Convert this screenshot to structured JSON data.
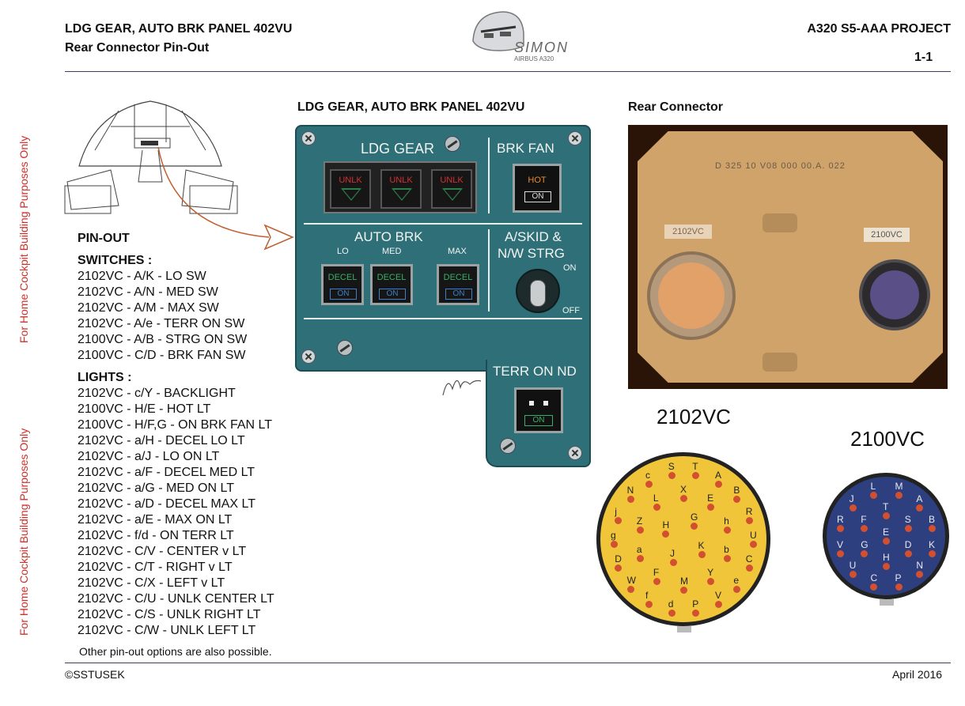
{
  "header": {
    "title_line1": "LDG GEAR, AUTO BRK PANEL 402VU",
    "title_line2": "Rear Connector Pin-Out",
    "logo_text": "SIMON",
    "logo_subtext": "AIRBUS A320",
    "project": "A320 S5-AAA PROJECT",
    "page": "1-1"
  },
  "side_text": [
    "For Home Cockpit Building Purposes Only",
    "For Home Cockpit Building Purposes Only"
  ],
  "panel": {
    "title": "LDG GEAR, AUTO BRK PANEL 402VU",
    "ldg_gear": "LDG GEAR",
    "unlk": "UNLK",
    "brk_fan": "BRK FAN",
    "hot": "HOT",
    "on": "ON",
    "auto_brk": "AUTO BRK",
    "lo": "LO",
    "med": "MED",
    "max": "MAX",
    "decel": "DECEL",
    "askid_line1": "A/SKID &",
    "askid_line2": "N/W STRG",
    "switch_on": "ON",
    "switch_off": "OFF",
    "terr_on_nd": "TERR ON ND"
  },
  "rear_connector": {
    "title": "Rear Connector",
    "label_2102": "2102VC",
    "label_2100": "2100VC",
    "photo_text": "D 325 10 V08 000 00.A. 022"
  },
  "pinout": {
    "title": "PIN-OUT",
    "switches_heading": "SWITCHES :",
    "switches": [
      "2102VC - A/K - LO SW",
      "2102VC - A/N - MED SW",
      "2102VC - A/M - MAX SW",
      "2102VC - A/e - TERR ON SW",
      "2100VC - A/B - STRG ON SW",
      "2100VC - C/D - BRK FAN SW"
    ],
    "lights_heading": "LIGHTS :",
    "lights": [
      "2102VC - c/Y - BACKLIGHT",
      "2100VC - H/E - HOT LT",
      "2100VC - H/F,G - ON BRK FAN LT",
      "2102VC - a/H - DECEL LO LT",
      "2102VC - a/J - LO ON LT",
      "2102VC - a/F - DECEL MED LT",
      "2102VC - a/G - MED ON LT",
      "2102VC - a/D - DECEL MAX LT",
      "2102VC - a/E - MAX ON LT",
      "2102VC - f/d - ON TERR LT",
      "2102VC - C/V - CENTER v LT",
      "2102VC - C/T - RIGHT v LT",
      "2102VC - C/X - LEFT v LT",
      "2102VC - C/U - UNLK CENTER LT",
      "2102VC - C/S - UNLK RIGHT LT",
      "2102VC - C/W - UNLK LEFT LT"
    ],
    "note": "Other pin-out options are also possible."
  },
  "connector_2102": {
    "label": "2102VC",
    "pins": [
      "S",
      "T",
      "A",
      "B",
      "R",
      "U",
      "C",
      "e",
      "V",
      "P",
      "d",
      "f",
      "W",
      "D",
      "g",
      "j",
      "N",
      "c",
      "X",
      "E",
      "h",
      "b",
      "Y",
      "M",
      "F",
      "a",
      "Z",
      "L",
      "G",
      "K",
      "J",
      "H"
    ]
  },
  "connector_2100": {
    "label": "2100VC",
    "pins": [
      "L",
      "M",
      "A",
      "B",
      "K",
      "N",
      "P",
      "C",
      "U",
      "V",
      "R",
      "J",
      "T",
      "S",
      "D",
      "H",
      "G",
      "F",
      "E"
    ]
  },
  "footer": {
    "copyright": "©SSTUSEK",
    "date": "April 2016"
  },
  "colors": {
    "panel": "#2e6f78",
    "side_text": "#d0302a",
    "rule": "#3a3f5c",
    "connector_2102": "#f0c53a",
    "connector_2100": "#2d3f7f"
  }
}
